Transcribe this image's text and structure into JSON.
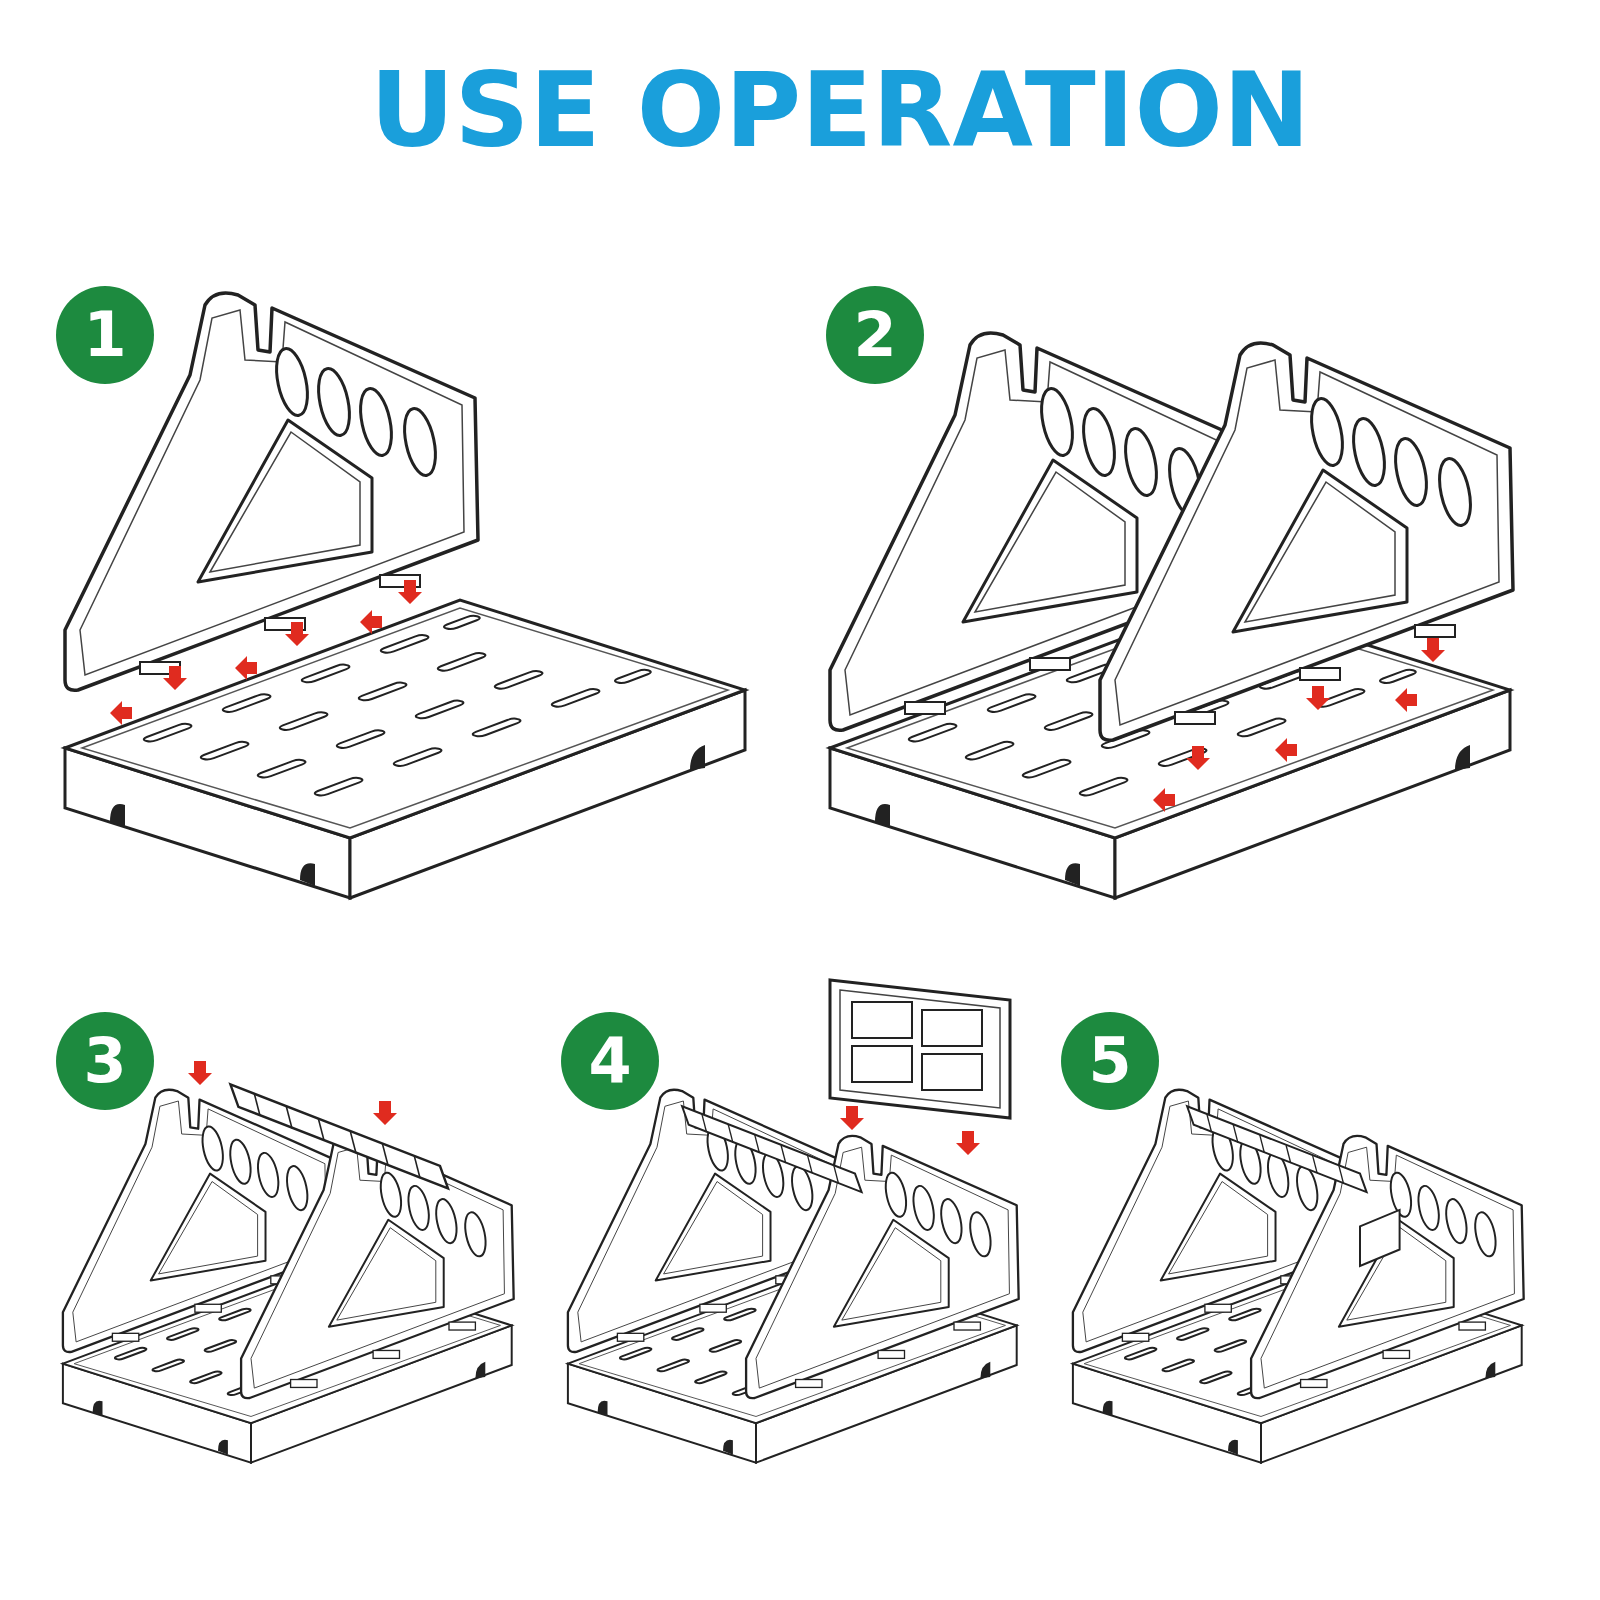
{
  "diagram": {
    "title": "USE OPERATION",
    "nodes": [
      {
        "text": [
          "1"
        ]
      },
      {
        "text": [
          "2"
        ]
      },
      {
        "text": [
          "3"
        ]
      },
      {
        "text": [
          "4"
        ]
      },
      {
        "text": [
          "5"
        ]
      }
    ]
  }
}
